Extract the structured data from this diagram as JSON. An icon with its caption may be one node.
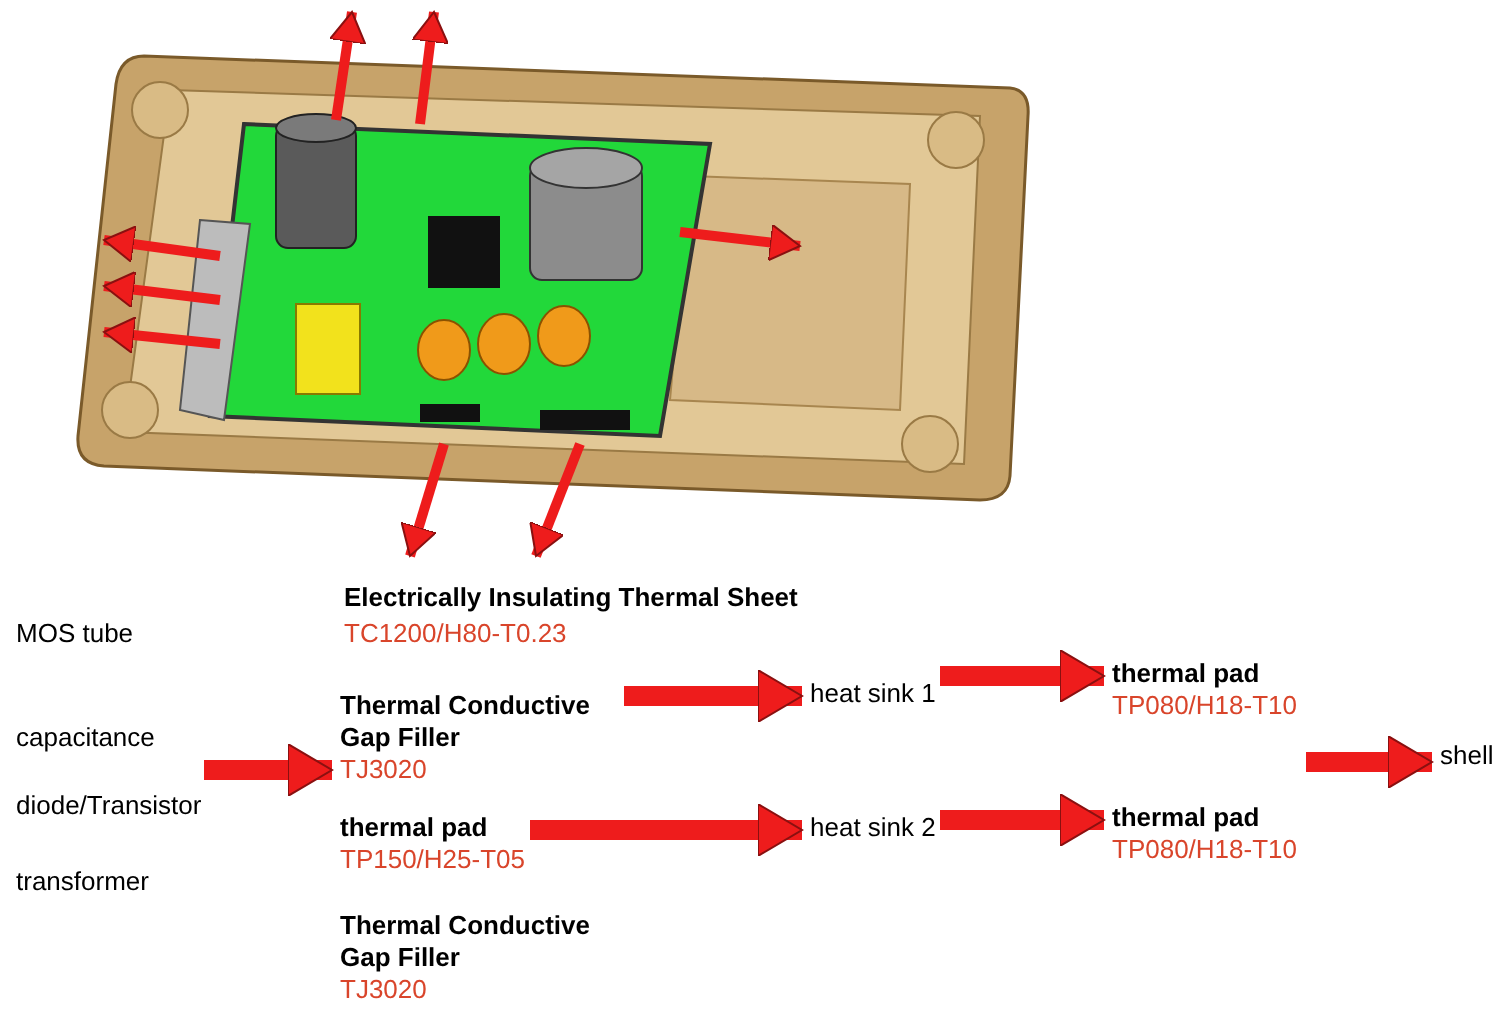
{
  "diagram": {
    "nodes": [
      {
        "text": [
          "MOS tube",
          "capacitance",
          "diode/Transistor",
          "transformer"
        ]
      },
      {
        "text": [
          "Thermal Conductive Gap Filler",
          "TJ3020"
        ]
      },
      {
        "text": [
          "thermal pad",
          "TP150/H25-T05"
        ]
      },
      {
        "text": [
          "heat sink 1"
        ]
      },
      {
        "text": [
          "heat sink 2"
        ]
      },
      {
        "text": [
          "thermal pad",
          "TP080/H18-T10"
        ]
      },
      {
        "text": [
          "thermal pad",
          "TP080/H18-T10"
        ]
      },
      {
        "text": [
          "shell"
        ]
      }
    ],
    "edges": [
      {
        "from": 0,
        "to": 1,
        "arrow": "to"
      },
      {
        "from": 1,
        "to": 3,
        "arrow": "to"
      },
      {
        "from": 2,
        "to": 4,
        "arrow": "to"
      },
      {
        "from": 3,
        "to": 5,
        "arrow": "to"
      },
      {
        "from": 4,
        "to": 6,
        "arrow": "to"
      },
      {
        "from": 5,
        "to": 7,
        "arrow": "to"
      },
      {
        "from": 6,
        "to": 7,
        "arrow": "to"
      }
    ],
    "labels": [
      "Electrically Insulating Thermal Sheet",
      "TC1200/H80-T0.23",
      "Thermal Conductive Gap Filler",
      "TJ3020"
    ]
  }
}
